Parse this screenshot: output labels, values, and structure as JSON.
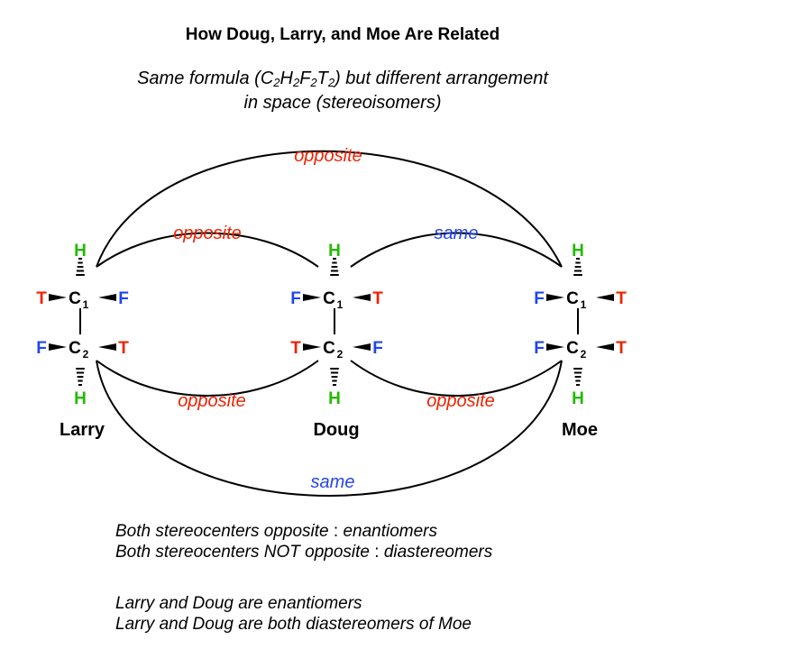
{
  "title": "How Doug, Larry, and Moe Are Related",
  "subtitle": {
    "prefix": "Same formula (",
    "formula": [
      {
        "el": "C",
        "n": "2"
      },
      {
        "el": "H",
        "n": "2"
      },
      {
        "el": "F",
        "n": "2"
      },
      {
        "el": "T",
        "n": "2"
      }
    ],
    "suffix": ") but different arrangement",
    "line2": "in space (stereoisomers)"
  },
  "colors": {
    "H": "#22bb00",
    "F": "#2244ee",
    "T": "#ee2200",
    "C": "#000000",
    "opposite": "#ee2200",
    "same": "#2244ee",
    "line": "#000000"
  },
  "molecules": [
    {
      "name": "Larry",
      "top_h": "H",
      "bottom_h": "H",
      "c1": {
        "label": "C",
        "sub": "1",
        "left": "T",
        "right": "F"
      },
      "c2": {
        "label": "C",
        "sub": "2",
        "left": "F",
        "right": "T"
      }
    },
    {
      "name": "Doug",
      "top_h": "H",
      "bottom_h": "H",
      "c1": {
        "label": "C",
        "sub": "1",
        "left": "F",
        "right": "T"
      },
      "c2": {
        "label": "C",
        "sub": "2",
        "left": "T",
        "right": "F"
      }
    },
    {
      "name": "Moe",
      "top_h": "H",
      "bottom_h": "H",
      "c1": {
        "label": "C",
        "sub": "1",
        "left": "F",
        "right": "T"
      },
      "c2": {
        "label": "C",
        "sub": "2",
        "left": "F",
        "right": "T"
      }
    }
  ],
  "relations": [
    {
      "from": "Larry",
      "to": "Moe",
      "position": "top",
      "label": "opposite",
      "kind": "opposite"
    },
    {
      "from": "Larry",
      "to": "Doug",
      "position": "top",
      "label": "opposite",
      "kind": "opposite"
    },
    {
      "from": "Doug",
      "to": "Moe",
      "position": "top",
      "label": "same",
      "kind": "same"
    },
    {
      "from": "Larry",
      "to": "Doug",
      "position": "bottom",
      "label": "opposite",
      "kind": "opposite"
    },
    {
      "from": "Doug",
      "to": "Moe",
      "position": "bottom",
      "label": "opposite",
      "kind": "opposite"
    },
    {
      "from": "Larry",
      "to": "Moe",
      "position": "bottom",
      "label": "same",
      "kind": "same"
    }
  ],
  "notes": {
    "line1": {
      "text": "Both stereocenters opposite",
      "sep": " : ",
      "result": "enantiomers"
    },
    "line2": {
      "text": "Both stereocenters NOT opposite",
      "sep": " : ",
      "result": "diastereomers"
    },
    "line3": "Larry and Doug are enantiomers",
    "line4": "Larry and Doug are both diastereomers of Moe"
  }
}
